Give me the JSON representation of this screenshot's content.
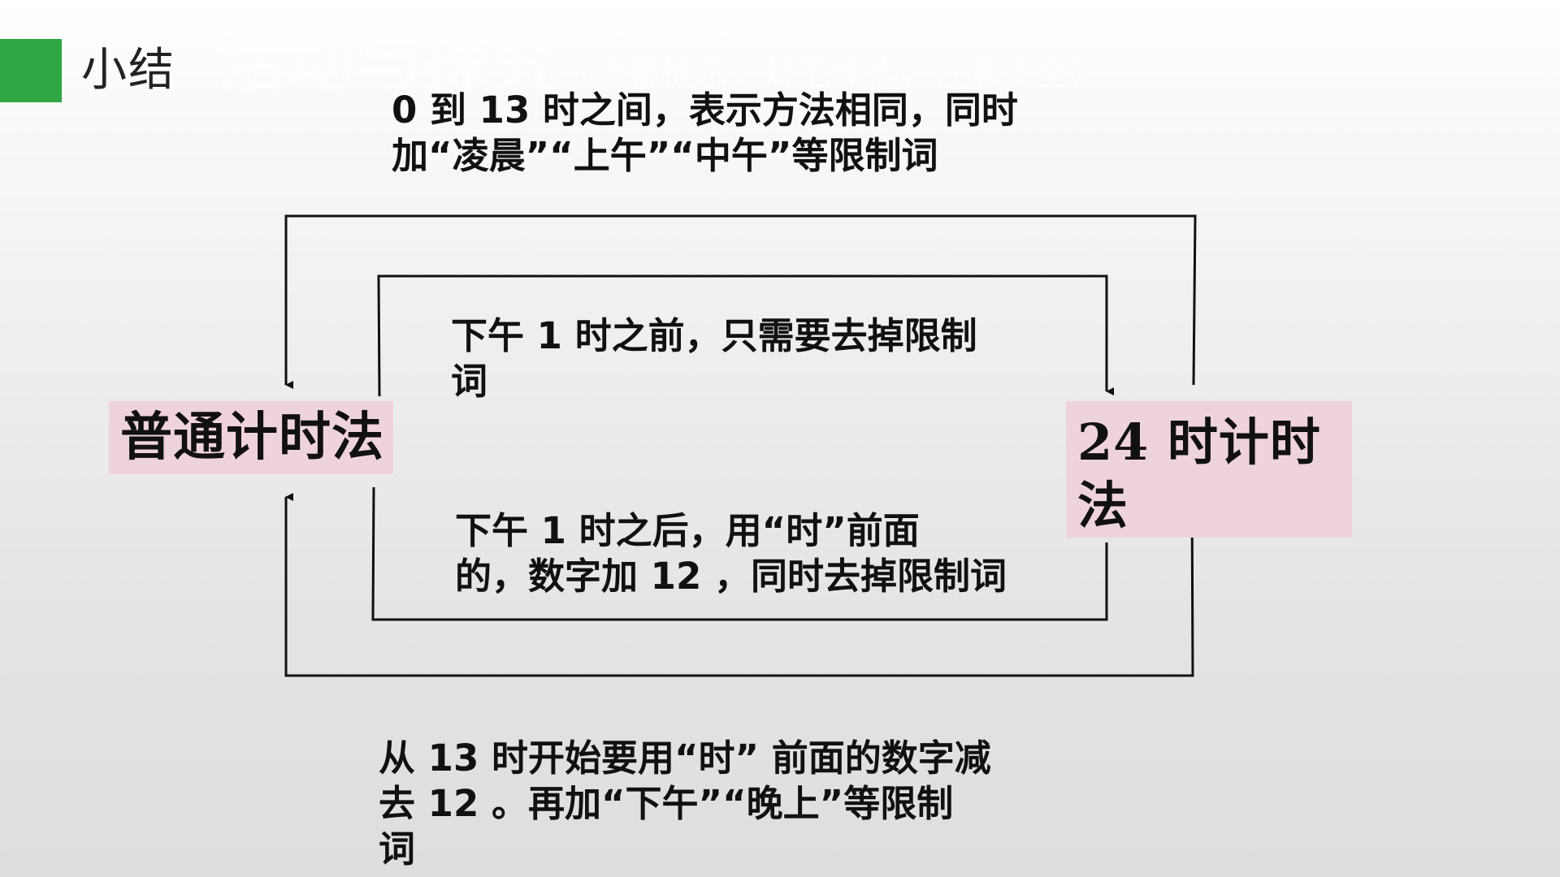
{
  "header": {
    "title": "小结",
    "watermark": "活动与探究",
    "watermark_sub": "（温馨提示：规范操作，注意安全）",
    "accent_color": "#2fa843"
  },
  "nodes": {
    "left": "普通计时法",
    "right_num": "24",
    "right_text": " 时计时法",
    "fill_color": "#efd3dc"
  },
  "notes": {
    "top": "0 到 13 时之间，表示方法相同，同时\n加“凌晨”“上午”“中午”等限制词",
    "inner_upper": "下午 1 时之前，只需要去掉限制\n词",
    "inner_lower": "下午 1 时之后，用“时”前面\n的，数字加 12 ，同时去掉限制词",
    "bottom": "从 13 时开始要用“时” 前面的数字减\n去 12 。再加“下午”“晚上”等限制\n词"
  }
}
